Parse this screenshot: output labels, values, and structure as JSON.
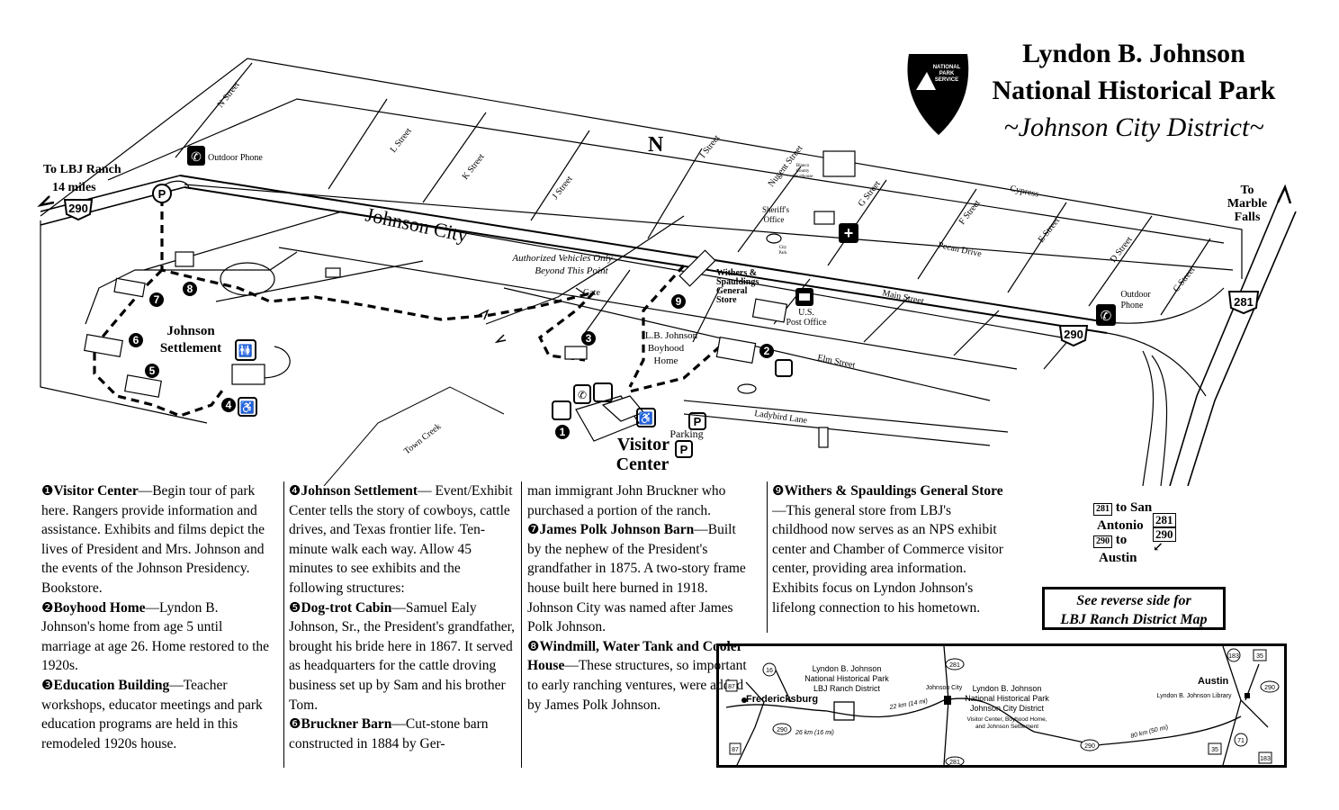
{
  "title": {
    "line1": "Lyndon B. Johnson",
    "line2": "National Historical Park",
    "line3": "~Johnson City District~"
  },
  "nps_logo": {
    "text1": "NATIONAL",
    "text2": "PARK",
    "text3": "SERVICE"
  },
  "map": {
    "north": "N",
    "town": "Johnson City",
    "to_ranch_1": "To LBJ Ranch",
    "to_ranch_2": "14 miles",
    "to_marble_1": "To",
    "to_marble_2": "Marble",
    "to_marble_3": "Falls",
    "hwy_290": "290",
    "hwy_281": "281",
    "outdoor_phone_1": "Outdoor Phone",
    "outdoor_phone_2a": "Outdoor",
    "outdoor_phone_2b": "Phone",
    "authorized_1": "Authorized Vehicles Only",
    "authorized_2": "Beyond This Point",
    "gate": "Gate",
    "settlement_1": "Johnson",
    "settlement_2": "Settlement",
    "withers": [
      "Withers &",
      "Spauldings",
      "General",
      "Store"
    ],
    "post_office": [
      "U.S.",
      "Post Office"
    ],
    "boyhood": [
      "L.B. Johnson",
      "Boyhood",
      "Home"
    ],
    "sheriff": [
      "Sheriff's",
      "Office"
    ],
    "courthouse": [
      "Blanco",
      "County",
      "Courthouse"
    ],
    "city_park": [
      "City",
      "Park"
    ],
    "visitor_1": "Visitor",
    "visitor_2": "Center",
    "parking": "Parking",
    "town_creek": "Town Creek",
    "streets": {
      "n": "N Street",
      "l": "L Street",
      "k": "K Street",
      "j": "J Street",
      "i": "I Street",
      "nugent": "Nugent Street",
      "g": "G Street",
      "f": "F Street",
      "cypress": "Cypress",
      "e": "E Street",
      "d": "D Street",
      "c": "C Street",
      "pecan": "Pecan Drive",
      "main": "Main Street",
      "elm": "Elm Street",
      "ladybird": "Ladybird Lane"
    },
    "to_san_antonio": [
      "to San",
      "Antonio"
    ],
    "to_austin": [
      "to",
      "Austin"
    ],
    "markers": [
      "1",
      "2",
      "3",
      "4",
      "5",
      "6",
      "7",
      "8",
      "9"
    ]
  },
  "descriptions": {
    "col1": [
      {
        "num": "❶",
        "head": "Visitor Center",
        "body": "—Begin tour of park here.  Rangers provide information and assistance.  Exhibits and films depict the lives of  President and Mrs. Johnson and the events of the Johnson Presidency.  Bookstore."
      },
      {
        "num": "❷",
        "head": "Boyhood Home",
        "body": "—Lyndon B. Johnson's home from age 5 until marriage at age 26.  Home restored to the 1920s."
      },
      {
        "num": "❸",
        "head": "Education Building",
        "body": "—Teacher workshops, educator meetings and park education programs are held in this remodeled 1920s house."
      }
    ],
    "col2": [
      {
        "num": "❹",
        "head": "Johnson Settlement",
        "body": "— Event/Exhibit Center tells the story of cowboys, cattle drives, and Texas frontier life.  Ten-minute walk each way.  Allow 45 minutes to see exhibits and the following structures:"
      },
      {
        "num": "❺",
        "head": "Dog-trot Cabin",
        "body": "—Samuel Ealy Johnson, Sr., the President's grandfather, brought his bride here in 1867.  It served as headquarters for the cattle droving business set up by Sam and his brother Tom."
      },
      {
        "num": "❻",
        "head": "Bruckner Barn",
        "body": "—Cut-stone barn constructed in 1884 by Ger-"
      }
    ],
    "col3": [
      {
        "num": "",
        "head": "",
        "body": "man immigrant John Bruckner who purchased a portion of the ranch."
      },
      {
        "num": "❼",
        "head": "James Polk Johnson Barn",
        "body": "—Built by the nephew of the President's grandfather in 1875.  A two-story frame house built here burned in 1918.  Johnson City was named after James Polk Johnson."
      },
      {
        "num": "❽",
        "head": "Windmill, Water Tank and Cooler House",
        "body": "—These structures, so important to early ranching ventures, were added by James Polk Johnson."
      }
    ],
    "col4": [
      {
        "num": "❾",
        "head": "Withers & Spauldings General Store",
        "body": "—This general store from LBJ's childhood now serves as an NPS exhibit center and Chamber of Commerce visitor center, providing area information.  Exhibits focus on Lyndon Johnson's lifelong connection to his hometown."
      }
    ]
  },
  "reverse_note": {
    "line1": "See reverse side for",
    "line2": "LBJ Ranch District  Map"
  },
  "inset": {
    "fredericksburg": "Fredericksburg",
    "johnson_city": "Johnson City",
    "austin": "Austin",
    "ranch_1": "Lyndon B. Johnson",
    "ranch_2": "National Historical Park",
    "ranch_3": "LBJ Ranch District",
    "jc_1": "Lyndon B. Johnson",
    "jc_2": "National Historical Park",
    "jc_3": "Johnson City District",
    "jc_4": "Visitor Center, Boyhood Home,",
    "jc_5": "and Johnson Settlement",
    "library": "Lyndon B. Johnson Library",
    "dist_22": "22 km (14 mi)",
    "dist_26": "26 km (16 mi)",
    "dist_80": "80 km (50 mi)",
    "shields": [
      "16",
      "87",
      "87",
      "290",
      "290",
      "281",
      "281",
      "183",
      "35",
      "290",
      "35",
      "71",
      "183"
    ]
  }
}
